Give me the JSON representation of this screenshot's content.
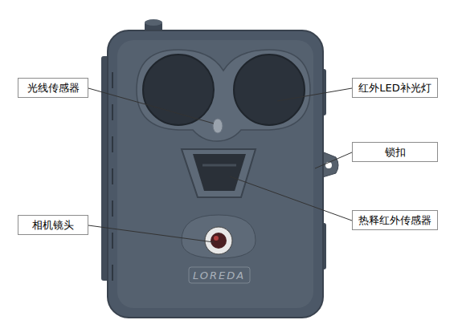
{
  "diagram": {
    "nodes": [
      {
        "text": [
          "光线传感器"
        ]
      },
      {
        "text": [
          "红外LED补光灯"
        ]
      },
      {
        "text": [
          "锁扣"
        ]
      },
      {
        "text": [
          "热释红外传感器"
        ]
      },
      {
        "text": [
          "相机镜头"
        ]
      }
    ],
    "labels": [
      "LOREDA"
    ]
  }
}
